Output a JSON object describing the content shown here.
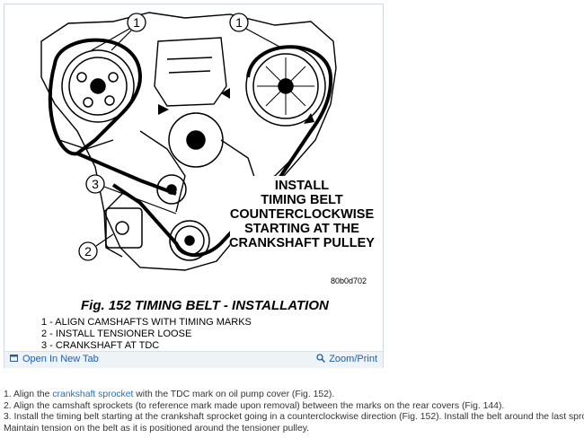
{
  "figure": {
    "callout_1": "1",
    "callout_2": "2",
    "callout_3": "3",
    "instruction": [
      "INSTALL",
      "TIMING BELT",
      "COUNTERCLOCKWISE",
      "STARTING AT THE",
      "CRANKSHAFT PULLEY"
    ],
    "ref_code": "80b0d702",
    "caption_title": "Fig. 152 TIMING BELT - INSTALLATION",
    "caption_items": [
      "1 - ALIGN CAMSHAFTS WITH TIMING MARKS",
      "2 - INSTALL TENSIONER LOOSE",
      "3 - CRANKSHAFT AT TDC"
    ]
  },
  "toolbar": {
    "open_label": "Open In New Tab",
    "zoom_label": "Zoom/Print",
    "open_icon": "external-window-icon",
    "zoom_icon": "magnifier-icon"
  },
  "steps": {
    "s1_prefix": "1. Align the ",
    "s1_link": "crankshaft sprocket",
    "s1_suffix": " with the TDC mark on oil pump cover (Fig. 152).",
    "s2": "2. Align the camshaft sprockets (to reference mark made upon removal) between the marks on the rear covers (Fig. 144).",
    "s3": "3. Install the timing belt starting at the crankshaft sprocket going in a counterclockwise direction (Fig. 152). Install the belt around the last sprocket.",
    "s4": "Maintain tension on the belt as it is positioned around the tensioner pulley."
  },
  "colors": {
    "link": "#1f6fc0",
    "toolbar_bg": "#eef3f8"
  }
}
